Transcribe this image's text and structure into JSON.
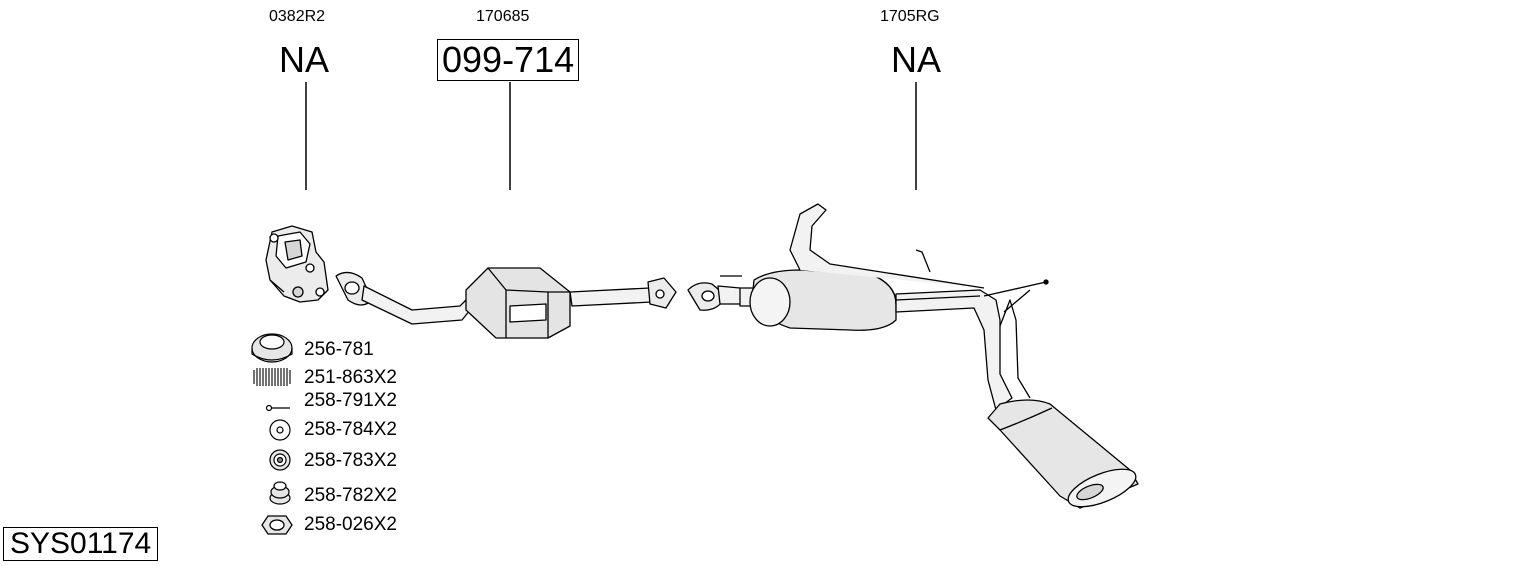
{
  "diagram": {
    "system_id": "SYS01174",
    "parts": [
      {
        "reference": "0382R2",
        "code": "NA",
        "boxed": false,
        "icon": "exhaust-manifold-icon"
      },
      {
        "reference": "170685",
        "code": "099-714",
        "boxed": true,
        "icon": "catalytic-converter-icon"
      },
      {
        "reference": "1705RG",
        "code": "NA",
        "boxed": false,
        "icon": "rear-silencer-assembly-icon"
      }
    ],
    "accessories": [
      {
        "code": "256-781",
        "icon": "gasket-ring-icon"
      },
      {
        "code": "251-863X2",
        "icon": "spring-icon"
      },
      {
        "code": "258-791X2",
        "icon": "bolt-icon"
      },
      {
        "code": "258-784X2",
        "icon": "washer-icon"
      },
      {
        "code": "258-783X2",
        "icon": "rubber-mount-icon"
      },
      {
        "code": "258-782X2",
        "icon": "bushing-icon"
      },
      {
        "code": "258-026X2",
        "icon": "hex-nut-icon"
      }
    ]
  }
}
